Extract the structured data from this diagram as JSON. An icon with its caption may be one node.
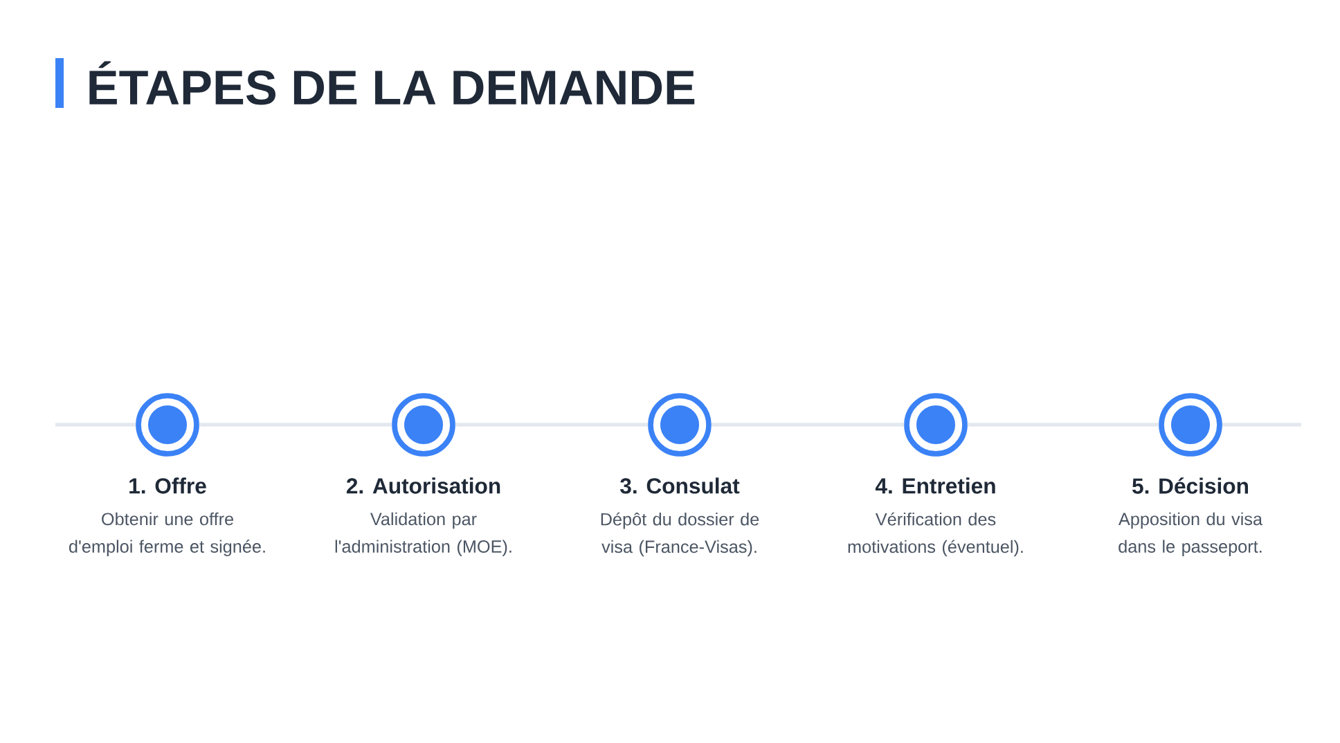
{
  "diagram": {
    "title": "ÉTAPES DE LA DEMANDE",
    "nodes": [
      {
        "text": [
          "1. Offre",
          "Obtenir une offre d'emploi ferme et signée."
        ]
      },
      {
        "text": [
          "2. Autorisation",
          "Validation par l'administration (MOE)."
        ]
      },
      {
        "text": [
          "3. Consulat",
          "Dépôt du dossier de visa (France-Visas)."
        ]
      },
      {
        "text": [
          "4. Entretien",
          "Vérification des motivations (éventuel)."
        ]
      },
      {
        "text": [
          "5. Décision",
          "Apposition du visa dans le passeport."
        ]
      }
    ],
    "edges": [
      {
        "from": 0,
        "to": 1,
        "arrow": "none"
      },
      {
        "from": 1,
        "to": 2,
        "arrow": "none"
      },
      {
        "from": 2,
        "to": 3,
        "arrow": "none"
      },
      {
        "from": 3,
        "to": 4,
        "arrow": "none"
      }
    ]
  }
}
